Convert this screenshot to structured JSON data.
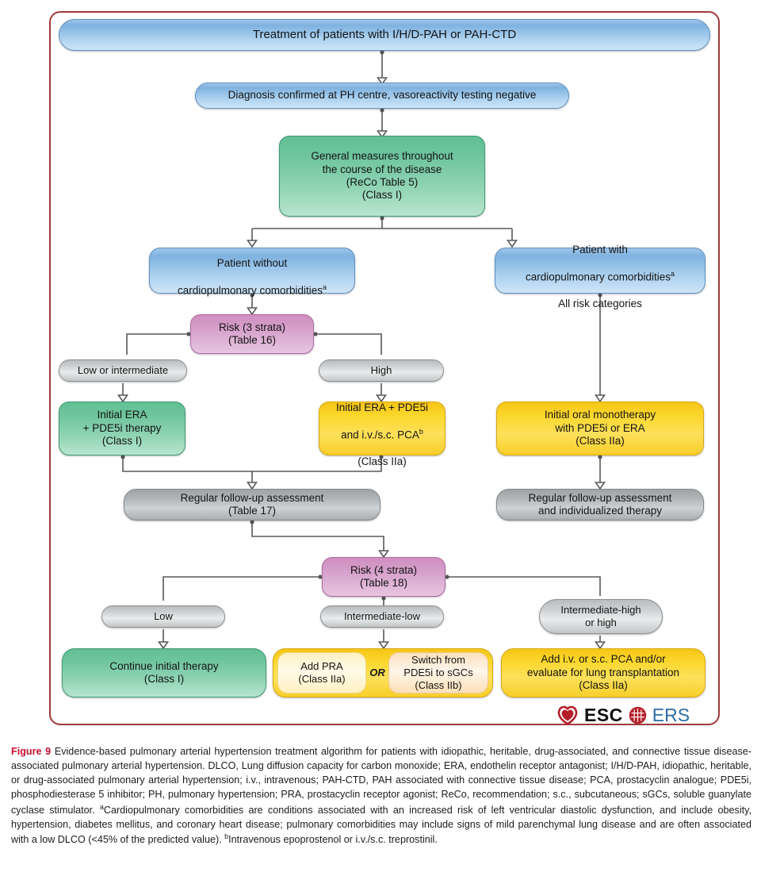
{
  "figure": {
    "border_color": "#9e3b3b",
    "caption_label": "Figure 9",
    "caption_body": " Evidence-based pulmonary arterial hypertension treatment algorithm for patients with idiopathic, heritable, drug-associated, and connective tissue disease-associated pulmonary arterial hypertension. DLCO, Lung diffusion capacity for carbon monoxide; ERA, endothelin receptor antagonist; I/H/D-PAH, idiopathic, heritable, or drug-associated pulmonary arterial hypertension; i.v., intravenous; PAH-CTD, PAH associated with connective tissue disease; PCA, prostacyclin analogue; PDE5i, phosphodiesterase 5 inhibitor; PH, pulmonary hypertension; PRA, prostacyclin receptor agonist; ReCo, recommendation; s.c., subcutaneous; sGCs, soluble guanylate cyclase stimulator. ",
    "footnote_a_marker": "a",
    "footnote_a": "Cardiopulmonary comorbidities are conditions associated with an increased risk of left ventricular diastolic dysfunction, and include obesity, hypertension, diabetes mellitus, and coronary heart disease; pulmonary comorbidities may include signs of mild parenchymal lung disease and are often associated with a low DLCO (<45% of the predicted value). ",
    "footnote_b_marker": "b",
    "footnote_b": "Intravenous epoprostenol or i.v./s.c. treprostinil."
  },
  "logos": {
    "esc_label": "ESC",
    "ers_label": "ERS",
    "esc_color": "#b51f2a",
    "ers_color": "#2e6da4"
  },
  "nodes": {
    "title": "Treatment of patients with I/H/D-PAH or PAH-CTD",
    "diagnosis": "Diagnosis confirmed at PH centre, vasoreactivity testing negative",
    "general_measures": "General measures throughout\nthe course of the disease\n(ReCo Table 5)\n(Class I)",
    "patient_without_line1": "Patient without",
    "patient_without_line2": "cardiopulmonary comorbidities",
    "patient_with_line1": "Patient with",
    "patient_with_line2": "cardiopulmonary comorbidities",
    "patient_with_line3": "All risk categories",
    "risk_3_strata": "Risk (3 strata)\n(Table 16)",
    "low_or_intermediate": "Low or intermediate",
    "high": "High",
    "initial_era_pde5i": "Initial ERA\n+ PDE5i therapy\n(Class I)",
    "initial_era_pde5i_pca_line1": "Initial ERA + PDE5i",
    "initial_era_pde5i_pca_line2": "and i.v./s.c. PCA",
    "initial_era_pde5i_pca_line3": "(Class IIa)",
    "initial_oral_monotherapy": "Initial oral monotherapy\nwith PDE5i or ERA\n(Class IIa)",
    "followup_table17": "Regular follow-up assessment\n(Table 17)",
    "followup_individualized": "Regular follow-up assessment\nand individualized therapy",
    "risk_4_strata": "Risk (4 strata)\n(Table 18)",
    "low": "Low",
    "intermediate_low": "Intermediate-low",
    "intermediate_high_or_high": "Intermediate-high\nor high",
    "continue_initial_therapy": "Continue initial therapy\n(Class I)",
    "add_pra": "Add PRA\n(Class IIa)",
    "or_label": "OR",
    "switch_pde5i_sgcs": "Switch from\nPDE5i to sGCs\n(Class IIb)",
    "add_pca_transplant": "Add i.v. or s.c. PCA and/or\nevaluate for lung transplantation\n(Class IIa)"
  },
  "colors": {
    "blue": "#8fbde4",
    "green": "#72c79e",
    "pink": "#d59ac8",
    "grey": "#c5c8ca",
    "grey_dark": "#aeb2b5",
    "yellow": "#fbd42c",
    "connector": "#58585a"
  }
}
